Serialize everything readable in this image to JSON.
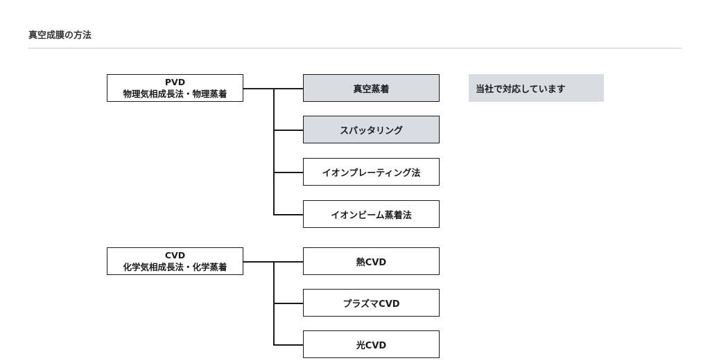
{
  "page_title": "真空成膜の方法",
  "legend": {
    "label": "当社で対応しています",
    "color": "#d9dce3"
  },
  "groups": [
    {
      "abbr": "PVD",
      "name": "物理気相成長法・物理蒸着",
      "methods": [
        {
          "label": "真空蒸着",
          "supported": true
        },
        {
          "label": "スパッタリング",
          "supported": true
        },
        {
          "label": "イオンプレーティング法",
          "supported": false
        },
        {
          "label": "イオンビーム蒸着法",
          "supported": false
        }
      ]
    },
    {
      "abbr": "CVD",
      "name": "化学気相成長法・化学蒸着",
      "methods": [
        {
          "label": "熱CVD",
          "supported": false
        },
        {
          "label": "プラズマCVD",
          "supported": false
        },
        {
          "label": "光CVD",
          "supported": false
        }
      ]
    }
  ]
}
